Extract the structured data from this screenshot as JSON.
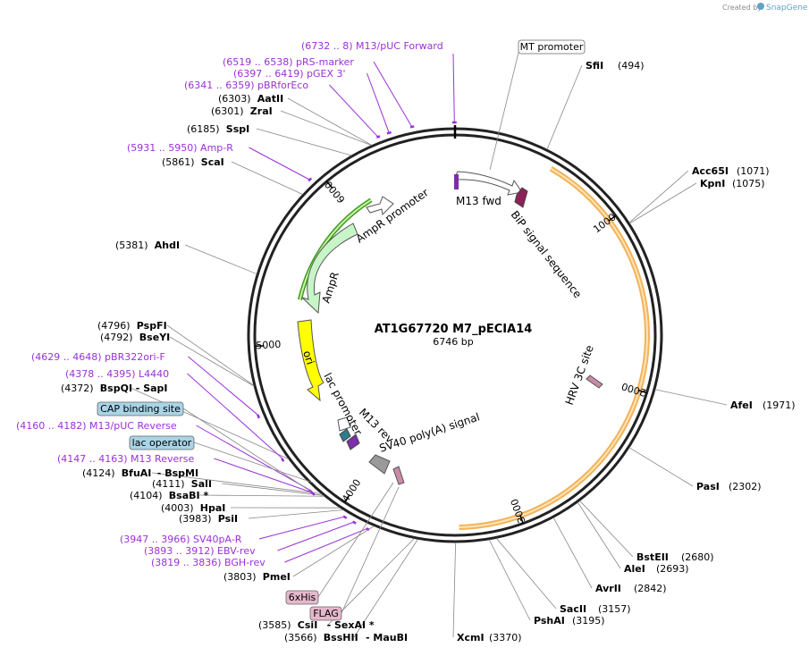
{
  "credit": {
    "prefix": "Created by",
    "brand": "SnapGene"
  },
  "map": {
    "name": "AT1G67720 M7_pECIA14",
    "length_text": "6746 bp",
    "total_bp": 6746
  },
  "ruler": [
    {
      "bp": 1000,
      "label": "1000"
    },
    {
      "bp": 2000,
      "label": "2000"
    },
    {
      "bp": 3000,
      "label": "3000"
    },
    {
      "bp": 4000,
      "label": "4000"
    },
    {
      "bp": 5000,
      "label": "5000"
    },
    {
      "bp": 6000,
      "label": "6000"
    }
  ],
  "sites": [
    {
      "id": "sfiI",
      "name": "SfiI",
      "pos": "(494)",
      "bp": 494,
      "side": "right",
      "extra": ""
    },
    {
      "id": "acc65i",
      "name": "Acc65I",
      "pos": "(1071)",
      "bp": 1071,
      "side": "right",
      "extra": ""
    },
    {
      "id": "kpni",
      "name": "KpnI",
      "pos": "(1075)",
      "bp": 1075,
      "side": "right",
      "extra": ""
    },
    {
      "id": "afei",
      "name": "AfeI",
      "pos": "(1971)",
      "bp": 1971,
      "side": "right",
      "extra": ""
    },
    {
      "id": "pasi",
      "name": "PasI",
      "pos": "(2302)",
      "bp": 2302,
      "side": "right",
      "extra": ""
    },
    {
      "id": "bsteii",
      "name": "BstEII",
      "pos": "(2680)",
      "bp": 2680,
      "side": "right",
      "extra": ""
    },
    {
      "id": "alei",
      "name": "AleI",
      "pos": "(2693)",
      "bp": 2693,
      "side": "right",
      "extra": ""
    },
    {
      "id": "avrii",
      "name": "AvrII",
      "pos": "(2842)",
      "bp": 2842,
      "side": "right",
      "extra": ""
    },
    {
      "id": "sacii",
      "name": "SacII",
      "pos": "(3157)",
      "bp": 3157,
      "side": "right",
      "extra": ""
    },
    {
      "id": "pshai",
      "name": "PshAI",
      "pos": "(3195)",
      "bp": 3195,
      "side": "right",
      "extra": ""
    },
    {
      "id": "xcmi",
      "name": "XcmI",
      "pos": "(3370)",
      "bp": 3370,
      "side": "right",
      "extra": ""
    },
    {
      "id": "bsshii",
      "name": "BssHII",
      "pos": "(3566)",
      "bp": 3566,
      "side": "left",
      "extra": "- MauBI"
    },
    {
      "id": "csii",
      "name": "CsiI",
      "pos": "(3585)",
      "bp": 3585,
      "side": "left",
      "extra": "- SexAI *"
    },
    {
      "id": "pmei",
      "name": "PmeI",
      "pos": "(3803)",
      "bp": 3803,
      "side": "left",
      "extra": ""
    },
    {
      "id": "psii",
      "name": "PsiI",
      "pos": "(3983)",
      "bp": 3983,
      "side": "left",
      "extra": ""
    },
    {
      "id": "hpai",
      "name": "HpaI",
      "pos": "(4003)",
      "bp": 4003,
      "side": "left",
      "extra": ""
    },
    {
      "id": "bsabi",
      "name": "BsaBI *",
      "pos": "(4104)",
      "bp": 4104,
      "side": "left",
      "extra": ""
    },
    {
      "id": "sali",
      "name": "SalI",
      "pos": "(4111)",
      "bp": 4111,
      "side": "left",
      "extra": ""
    },
    {
      "id": "bfuai",
      "name": "BfuAI",
      "pos": "(4124)",
      "bp": 4124,
      "side": "left",
      "extra": "- BspMI"
    },
    {
      "id": "bspqi",
      "name": "BspQI",
      "pos": "(4372)",
      "bp": 4372,
      "side": "left",
      "extra": "- SapI"
    },
    {
      "id": "bseyi",
      "name": "BseYI",
      "pos": "(4792)",
      "bp": 4792,
      "side": "left",
      "extra": ""
    },
    {
      "id": "pspfi",
      "name": "PspFI",
      "pos": "(4796)",
      "bp": 4796,
      "side": "left",
      "extra": ""
    },
    {
      "id": "ahdi",
      "name": "AhdI",
      "pos": "(5381)",
      "bp": 5381,
      "side": "left",
      "extra": ""
    },
    {
      "id": "scai",
      "name": "ScaI",
      "pos": "(5861)",
      "bp": 5861,
      "side": "left",
      "extra": ""
    },
    {
      "id": "sspi",
      "name": "SspI",
      "pos": "(6185)",
      "bp": 6185,
      "side": "left",
      "extra": ""
    },
    {
      "id": "zrai",
      "name": "ZraI",
      "pos": "(6301)",
      "bp": 6301,
      "side": "left",
      "extra": ""
    },
    {
      "id": "aatii",
      "name": "AatII",
      "pos": "(6303)",
      "bp": 6303,
      "side": "left",
      "extra": ""
    }
  ],
  "primers": [
    {
      "id": "m13puc-forward",
      "label": "(6732 .. 8)  M13/pUC Forward",
      "start": 6732,
      "end": 8
    },
    {
      "id": "prs-marker",
      "label": "(6519 .. 6538)  pRS-marker",
      "start": 6519,
      "end": 6538
    },
    {
      "id": "pgex-3",
      "label": "(6397 .. 6419)  pGEX 3'",
      "start": 6397,
      "end": 6419
    },
    {
      "id": "pbrforeco",
      "label": "(6341 .. 6359)  pBRforEco",
      "start": 6341,
      "end": 6359
    },
    {
      "id": "amp-r",
      "label": "(5931 .. 5950)  Amp-R",
      "start": 5931,
      "end": 5950
    },
    {
      "id": "pbr322ori-f",
      "label": "(4629 .. 4648)  pBR322ori-F",
      "start": 4629,
      "end": 4648
    },
    {
      "id": "l4440",
      "label": "(4378 .. 4395)  L4440",
      "start": 4378,
      "end": 4395
    },
    {
      "id": "m13puc-reverse",
      "label": "(4160 .. 4182)  M13/pUC Reverse",
      "start": 4160,
      "end": 4182
    },
    {
      "id": "m13-reverse",
      "label": "(4147 .. 4163)  M13 Reverse",
      "start": 4147,
      "end": 4163
    },
    {
      "id": "sv40pa-r",
      "label": "(3947 .. 3966)  SV40pA-R",
      "start": 3947,
      "end": 3966
    },
    {
      "id": "ebv-rev",
      "label": "(3893 .. 3912)  EBV-rev",
      "start": 3893,
      "end": 3912
    },
    {
      "id": "bgh-rev",
      "label": "(3819 .. 3836)  BGH-rev",
      "start": 3819,
      "end": 3836
    }
  ],
  "boxed": [
    {
      "id": "mt-promoter",
      "label": "MT promoter",
      "fill": "#ffffff",
      "bp": 250
    },
    {
      "id": "cap-binding-site",
      "label": "CAP binding site",
      "fill": "#a8d4e6",
      "bp": 4225
    },
    {
      "id": "lac-operator",
      "label": "lac operator",
      "fill": "#a8d4e6",
      "bp": 4190
    },
    {
      "id": "6xhis",
      "label": "6xHis",
      "fill": "#e6b8cc",
      "bp": 3720
    },
    {
      "id": "flag",
      "label": "FLAG",
      "fill": "#e6b8cc",
      "bp": 3700
    }
  ],
  "features": [
    {
      "id": "m13-fwd",
      "label": "M13 fwd",
      "color": "#ffffff",
      "stroke": "#555555"
    },
    {
      "id": "bip",
      "label": "BiP signal sequence",
      "color": "#8e2157"
    },
    {
      "id": "hrv",
      "label": "HRV 3C site",
      "color": "#c98aa8"
    },
    {
      "id": "sv40",
      "label": "SV40 poly(A) signal",
      "color": "#9a9a9a"
    },
    {
      "id": "m13rev",
      "label": "M13 rev",
      "color": "#7d2ea8"
    },
    {
      "id": "lacprom",
      "label": "lac promoter",
      "color": "#ffffff"
    },
    {
      "id": "ori",
      "label": "ori",
      "color": "#ffff00"
    },
    {
      "id": "ampr",
      "label": "AmpR",
      "color": "#c8f5c8"
    },
    {
      "id": "ampr-prom",
      "label": "AmpR promoter",
      "color": "#ffffff"
    },
    {
      "id": "cds-orange",
      "label": "",
      "color": "#f3b35a"
    },
    {
      "id": "cds-green",
      "label": "",
      "color": "#3d9b1f"
    }
  ]
}
